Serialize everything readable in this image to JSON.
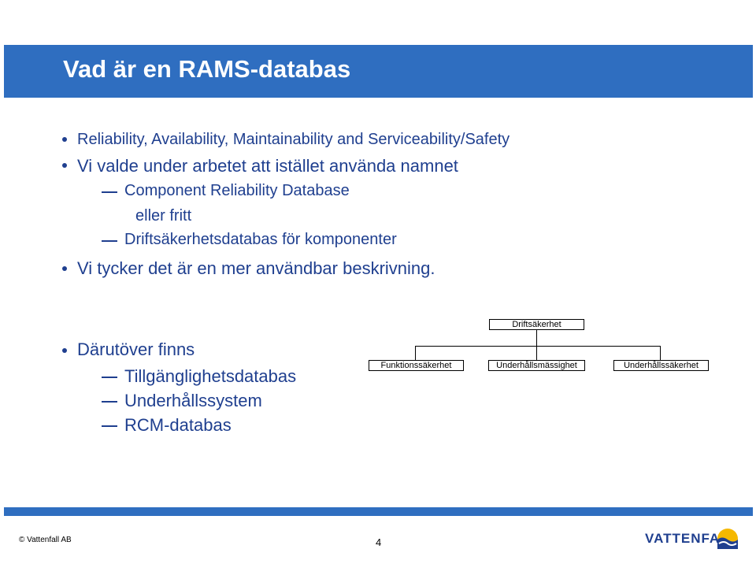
{
  "slide": {
    "title": "Vad är en RAMS-databas",
    "bullets": [
      "Reliability, Availability, Maintainability and Serviceability/Safety",
      "Vi valde under arbetet att istället använda namnet",
      "Vi tycker det är en mer användbar beskrivning."
    ],
    "sub_items": [
      "Component Reliability Database",
      "eller fritt",
      "Driftsäkerhetsdatabas för komponenter"
    ],
    "section2": {
      "bullet": "Därutöver finns",
      "items": [
        "Tillgänglighetsdatabas",
        "Underhållssystem",
        "RCM-databas"
      ]
    },
    "diagram": {
      "root": "Driftsäkerhet",
      "children": [
        "Funktionssäkerhet",
        "Underhållsmässighet",
        "Underhållssäkerhet"
      ]
    }
  },
  "footer": {
    "copyright": "© Vattenfall AB",
    "page_number": "4",
    "logo": "VATTENFALL"
  },
  "colors": {
    "accent": "#2f6ec0",
    "text": "#1f3f8f",
    "logo_yellow": "#f5b800"
  }
}
